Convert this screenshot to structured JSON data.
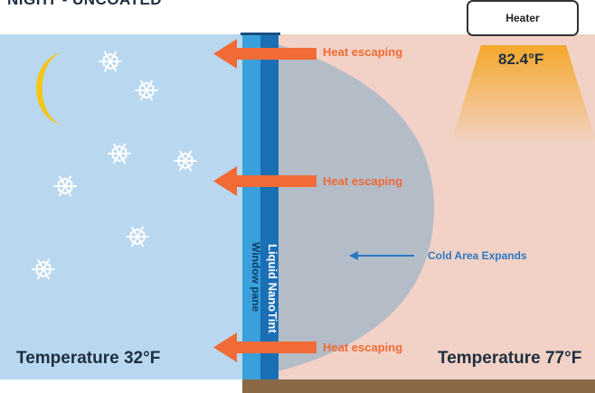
{
  "title": "NIGHT - UNCOATED",
  "heater": {
    "label": "Heater",
    "temperature": "82.4°F"
  },
  "outside": {
    "temperature_label": "Temperature 32°F",
    "snowflake_count": 7,
    "moon": "crescent-moon-icon"
  },
  "inside": {
    "temperature_label": "Temperature 77°F"
  },
  "window": {
    "pane_label": "Window pane",
    "coating_label": "Liquid NanoTint"
  },
  "heat_arrows": [
    {
      "label": "Heat escaping"
    },
    {
      "label": "Heat escaping"
    },
    {
      "label": "Heat escaping"
    }
  ],
  "cold_area": {
    "label": "Cold Area Expands"
  },
  "colors": {
    "outside_bg": "#b9d8f0",
    "inside_bg": "#f2d2c6",
    "cold_zone": "#a9b8c8",
    "pane": "#3aa0dc",
    "coating": "#1b6fb5",
    "arrow": "#f26a35",
    "floor": "#8a6a46",
    "heater_glow": "#f5a623"
  }
}
